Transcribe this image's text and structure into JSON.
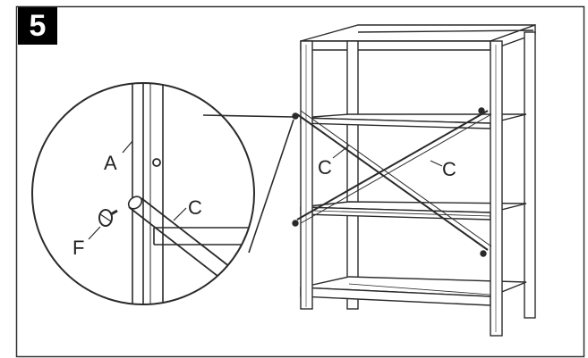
{
  "step": {
    "number": "5"
  },
  "labels": {
    "part_a": "A",
    "part_c_detail": "C",
    "part_f": "F",
    "part_c_left": "C",
    "part_c_right": "C"
  },
  "colors": {
    "line": "#2a2a2a",
    "badge_bg": "#000000",
    "badge_text": "#ffffff"
  }
}
